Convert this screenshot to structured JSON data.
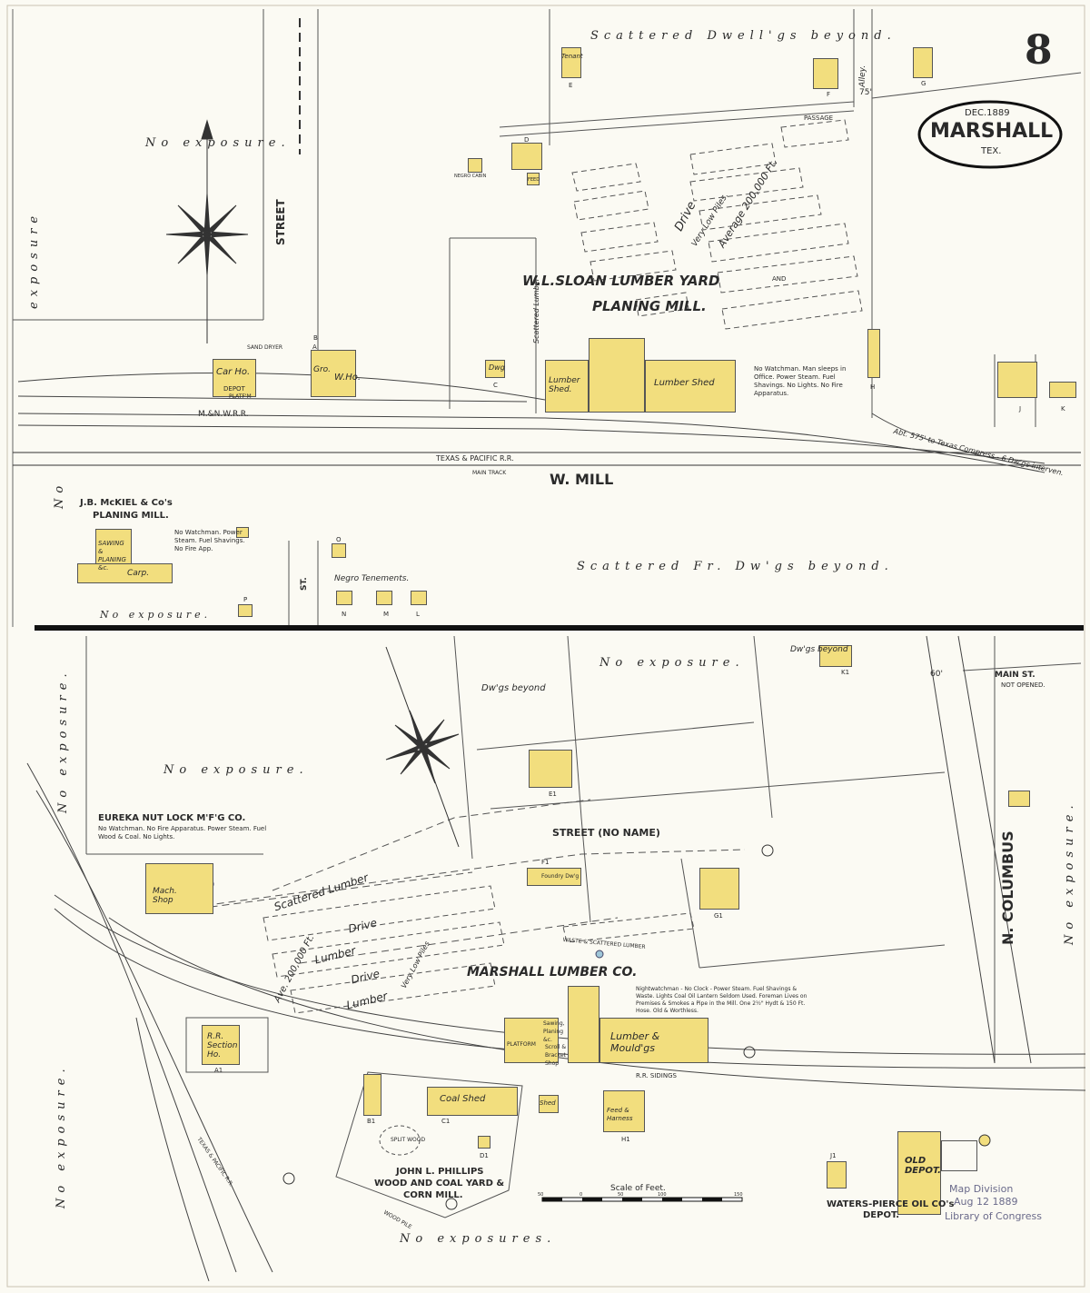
{
  "sheet": {
    "number": "8",
    "cartouche": {
      "date": "DEC.1889",
      "city": "MARSHALL",
      "state": "TEX."
    }
  },
  "upper": {
    "scattered_top": "Scattered Dwell'gs beyond.",
    "no_exposure_1": "No exposure.",
    "exposure_vertical": "exposure",
    "no_exposure_vertical": "No",
    "street": "STREET",
    "alley": "Alley.",
    "passage": "PASSAGE",
    "width_75": "75'",
    "lumber_yard_1": "W.L.SLOAN LUMBER YARD",
    "lumber_yard_and": "AND",
    "lumber_yard_2": "PLANING MILL.",
    "low_piles": "Very Low Piles.",
    "drive": "Drive",
    "average": "Average 200,000 Ft.",
    "scattered_lumber": "Scattered Lumber",
    "watchman": "No Watchman. Man sleeps in Office. Power Steam. Fuel Shavings. No Lights. No Fire Apparatus.",
    "lumber_shed_left": "Lumber Shed.",
    "lumber_shed_right": "Lumber Shed",
    "car_ho": "Car Ho.",
    "depot": "DEPOT",
    "platform": "PLATF'M",
    "sand_dryer": "SAND DRYER",
    "w_ho": "W.Ho.",
    "gro": "Gro.",
    "mnw_rr": "M.&N.W.R.R.",
    "tp_rr": "TEXAS & PACIFIC R.R.",
    "main_track": "MAIN TRACK",
    "w_mill": "W. MILL",
    "compress": "Abt. 575' to Texas Compress - 6 Dw'gs interven.",
    "mckiel_1": "J.B. McKIEL & Co's",
    "mckiel_2": "PLANING MILL.",
    "mckiel_notes": "No Watchman. Power Steam. Fuel Shavings. No Fire App.",
    "sawing": "SAWING & PLANING &c.",
    "carp": "Carp.",
    "scattered_fr": "Scattered Fr. Dw'gs beyond.",
    "negro_tenements": "Negro Tenements.",
    "no_exposure_2": "No exposure.",
    "st": "ST.",
    "tenant": "Tenant",
    "negro_cabin": "NEGRO CABIN",
    "feed": "FEED",
    "dwg": "Dwg",
    "letters": [
      "A",
      "B",
      "C",
      "D",
      "E",
      "F",
      "G",
      "H",
      "J",
      "K",
      "L",
      "M",
      "N",
      "O",
      "P"
    ]
  },
  "lower": {
    "no_exposure_top": "No exposure.",
    "dwgs_beyond": "Dw'gs beyond",
    "dwgs_beyond_2": "Dw'gs beyond",
    "main_st": "MAIN ST.",
    "not_opened": "NOT OPENED.",
    "no_exposure_mid": "No exposure.",
    "street_no_name": "STREET (NO NAME)",
    "eureka_1": "EUREKA NUT LOCK M'F'G CO.",
    "eureka_notes": "No Watchman. No Fire Apparatus. Power Steam. Fuel Wood & Coal. No Lights.",
    "mach_shop": "Mach. Shop",
    "scattered_lumber": "Scattered Lumber",
    "drive": "Drive",
    "lumber": "Lumber",
    "very_low_piles": "Very Low Piles",
    "ave": "Ave. 200,000 Ft.",
    "marshall_lumber": "MARSHALL LUMBER CO.",
    "marshall_notes": "Nightwatchman - No Clock - Power Steam. Fuel Shavings & Waste. Lights Coal Oil Lantern Seldom Used. Foreman Lives on Premises & Smokes a Pipe in the Mill. One 2½\" Hydt & 150 Ft. Hose. Old & Worthless.",
    "waste_lumber": "WASTE & SCATTERED LUMBER",
    "platform": "PLATFORM",
    "lumber_mouldgs": "Lumber & Mould'gs",
    "planing": "Sawing, Planing &c.",
    "scroll": "Scroll & Bracket Shop",
    "rr_sidings": "R.R. SIDINGS",
    "rr_section": "R.R. Section Ho.",
    "coal_shed": "Coal Shed",
    "shed": "Shed",
    "feed_harness": "Feed & Harness",
    "phillips_1": "JOHN L. PHILLIPS",
    "phillips_2": "WOOD AND COAL YARD &",
    "phillips_3": "CORN MILL.",
    "split_wood": "SPLIT WOOD",
    "wood_pile": "WOOD PILE",
    "tp_rr": "TEXAS & PACIFIC R.R.",
    "n_columbus": "N. COLUMBUS",
    "width_60": "60'",
    "old_depot": "OLD DEPOT.",
    "waters_1": "WATERS-PIERCE OIL CO's",
    "waters_2": "DEPOT.",
    "no_exposures_bottom": "No exposures.",
    "scale_title": "Scale of Feet.",
    "scale_ticks": [
      "50",
      "0",
      "50",
      "100",
      "150"
    ],
    "stamp_1": "Map Division",
    "stamp_2": "Aug 12 1889",
    "stamp_3": "Library of Congress",
    "foundry": "Foundry Dw'g",
    "letters": [
      "A1",
      "B1",
      "C1",
      "D1",
      "E1",
      "F1",
      "G1",
      "H1",
      "J1",
      "K1"
    ]
  }
}
